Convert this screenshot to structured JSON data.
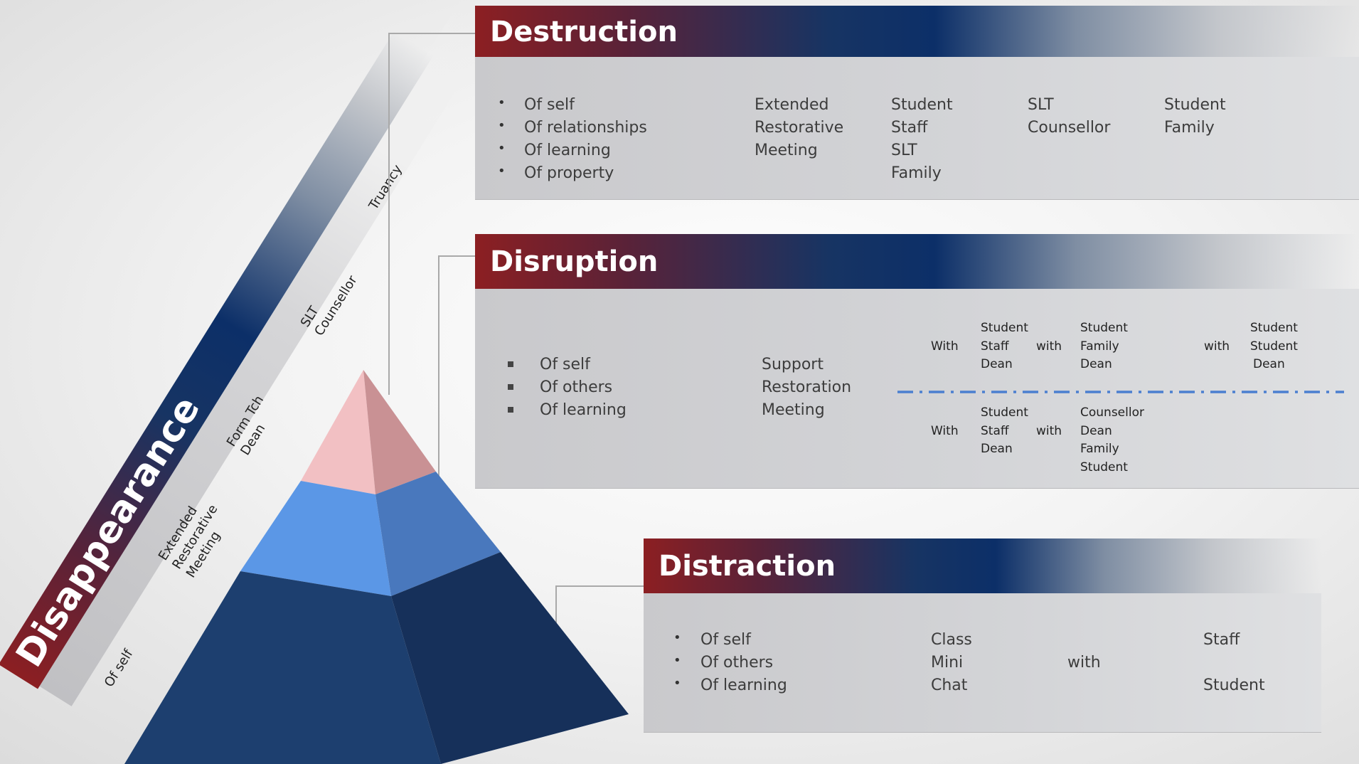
{
  "colors": {
    "header_red": "#8c1f22",
    "header_navy": "#0c2f68",
    "arrow": "#4b7fd0",
    "pyramid_top_light": "#f2c0c3",
    "pyramid_top_dark": "#c99194",
    "pyramid_mid_light": "#5b97e6",
    "pyramid_mid_dark": "#4978bd",
    "pyramid_base_light": "#1d3f6f",
    "pyramid_base_dark": "#16305a"
  },
  "disappearance": {
    "title": "Disappearance",
    "labels": [
      {
        "lines": [
          "Of self"
        ]
      },
      {
        "lines": [
          "Extended",
          "Restorative",
          "Meeting"
        ]
      },
      {
        "lines": [
          "Form Tch",
          "Dean"
        ]
      },
      {
        "lines": [
          "SLT",
          "Counsellor"
        ]
      },
      {
        "lines": [
          "Truancy"
        ]
      }
    ]
  },
  "destruction": {
    "title": "Destruction",
    "bullets": [
      "Of self",
      "Of relationships",
      "Of learning",
      "Of property"
    ],
    "action": [
      "Extended",
      "Restorative",
      "Meeting"
    ],
    "col1": [
      "Student",
      "Staff",
      "SLT",
      "Family"
    ],
    "col2": [
      "SLT",
      "Counsellor"
    ],
    "col3": [
      "Student",
      "Family"
    ]
  },
  "disruption": {
    "title": "Disruption",
    "bullets": [
      "Of self",
      "Of others",
      "Of learning"
    ],
    "action": [
      "Support",
      "Restoration",
      "Meeting"
    ],
    "top_row": {
      "with1": "With",
      "group1": [
        "Student",
        "Staff",
        "Dean"
      ],
      "with2": "with",
      "group2": [
        "Student",
        "Family",
        "Dean"
      ],
      "with3": "with",
      "group3": [
        "Student",
        "Student",
        "Dean"
      ]
    },
    "bottom_row": {
      "with1": "With",
      "group1": [
        "Student",
        "Staff",
        "Dean"
      ],
      "with2": "with",
      "group2": [
        "Counsellor",
        "Dean",
        "Family",
        "Student"
      ]
    }
  },
  "distraction": {
    "title": "Distraction",
    "bullets": [
      "Of self",
      "Of others",
      "Of learning"
    ],
    "action": [
      "Class",
      "Mini",
      "Chat"
    ],
    "with": "with",
    "who": [
      "Staff",
      "Student"
    ]
  }
}
